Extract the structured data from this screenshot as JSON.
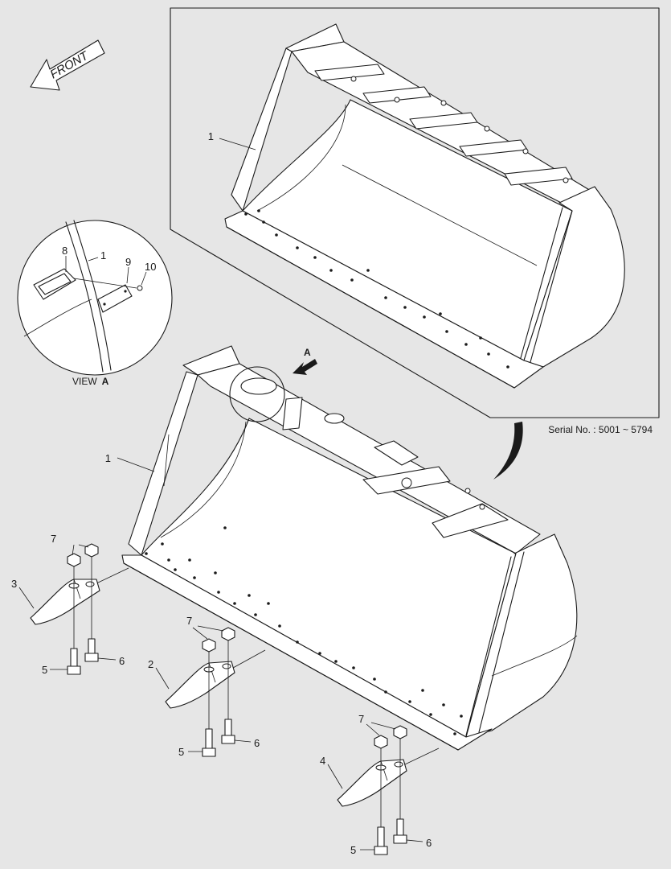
{
  "front_arrow": {
    "label": "FRONT"
  },
  "serial": {
    "label": "Serial No. : 5001 ~ 5794"
  },
  "view_a": {
    "label": "VIEW",
    "letter": "A"
  },
  "view_arrow": {
    "letter": "A"
  },
  "callouts": {
    "top_bucket": "1",
    "detail_bucket": "1",
    "plate": "8",
    "bracket": "9",
    "screw": "10",
    "main_bucket": "1",
    "tooth_left": "3",
    "tooth_mid": "2",
    "tooth_right": "4",
    "nut_left": "7",
    "nut_mid": "7",
    "nut_right": "7",
    "bolt5_left": "5",
    "bolt5_mid": "5",
    "bolt5_right": "5",
    "bolt6_left": "6",
    "bolt6_mid": "6",
    "bolt6_right": "6"
  }
}
